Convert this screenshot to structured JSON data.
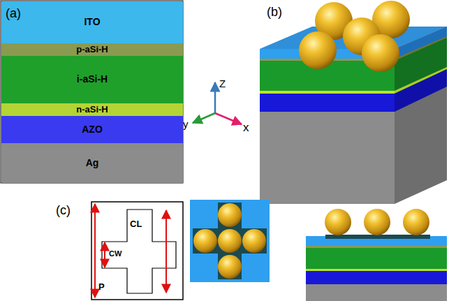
{
  "diagram": {
    "nodes": [
      {
        "text": [
          "ITO"
        ]
      },
      {
        "text": [
          "p-aSi-H"
        ]
      },
      {
        "text": [
          "i-aSi-H"
        ]
      },
      {
        "text": [
          "n-aSi-H"
        ]
      },
      {
        "text": [
          "AZO"
        ]
      },
      {
        "text": [
          "Ag"
        ]
      }
    ],
    "labels": [
      "(a)",
      "(b)",
      "(c)",
      "Z",
      "y",
      "x",
      "CL",
      "CW",
      "P"
    ]
  }
}
